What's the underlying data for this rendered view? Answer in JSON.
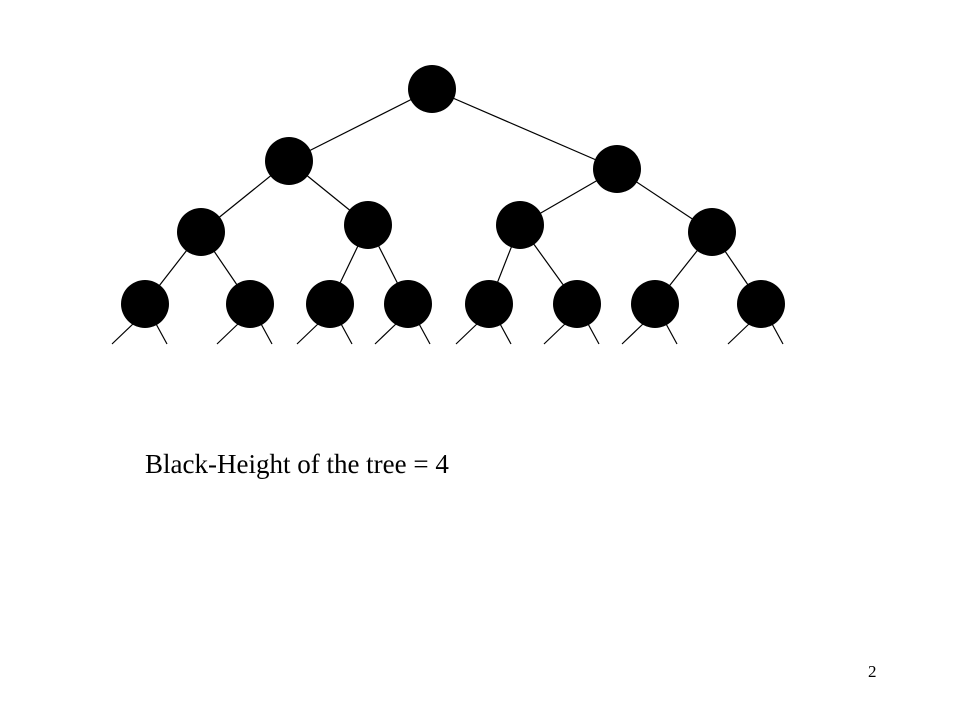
{
  "slide": {
    "caption": "Black-Height of the tree = 4",
    "page_number": "2"
  },
  "tree": {
    "node_color": "#000000",
    "edge_color": "#000000",
    "levels": 4,
    "nodes_per_level": [
      1,
      2,
      4,
      8
    ],
    "node_fill": "black"
  }
}
